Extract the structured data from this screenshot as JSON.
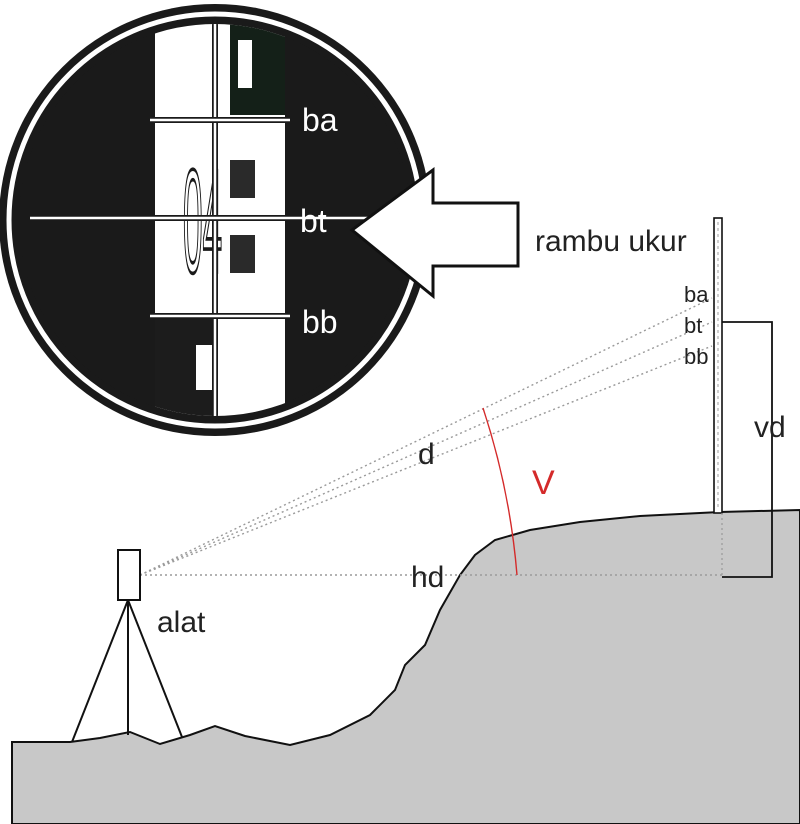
{
  "labels": {
    "ba": "ba",
    "bt": "bt",
    "bb": "bb",
    "rambu_ukur": "rambu ukur",
    "rod_ba": "ba",
    "rod_bt": "bt",
    "rod_bb": "bb",
    "d": "d",
    "V": "V",
    "vd": "vd",
    "hd": "hd",
    "alat": "alat"
  },
  "zoom_rod_digits": "04",
  "colors": {
    "ground": "#c8c8c8",
    "outline": "#111111",
    "angle_arc": "#d42a2a",
    "sight_line": "#9a9a9a",
    "zoom_background": "#1a1a1a"
  }
}
